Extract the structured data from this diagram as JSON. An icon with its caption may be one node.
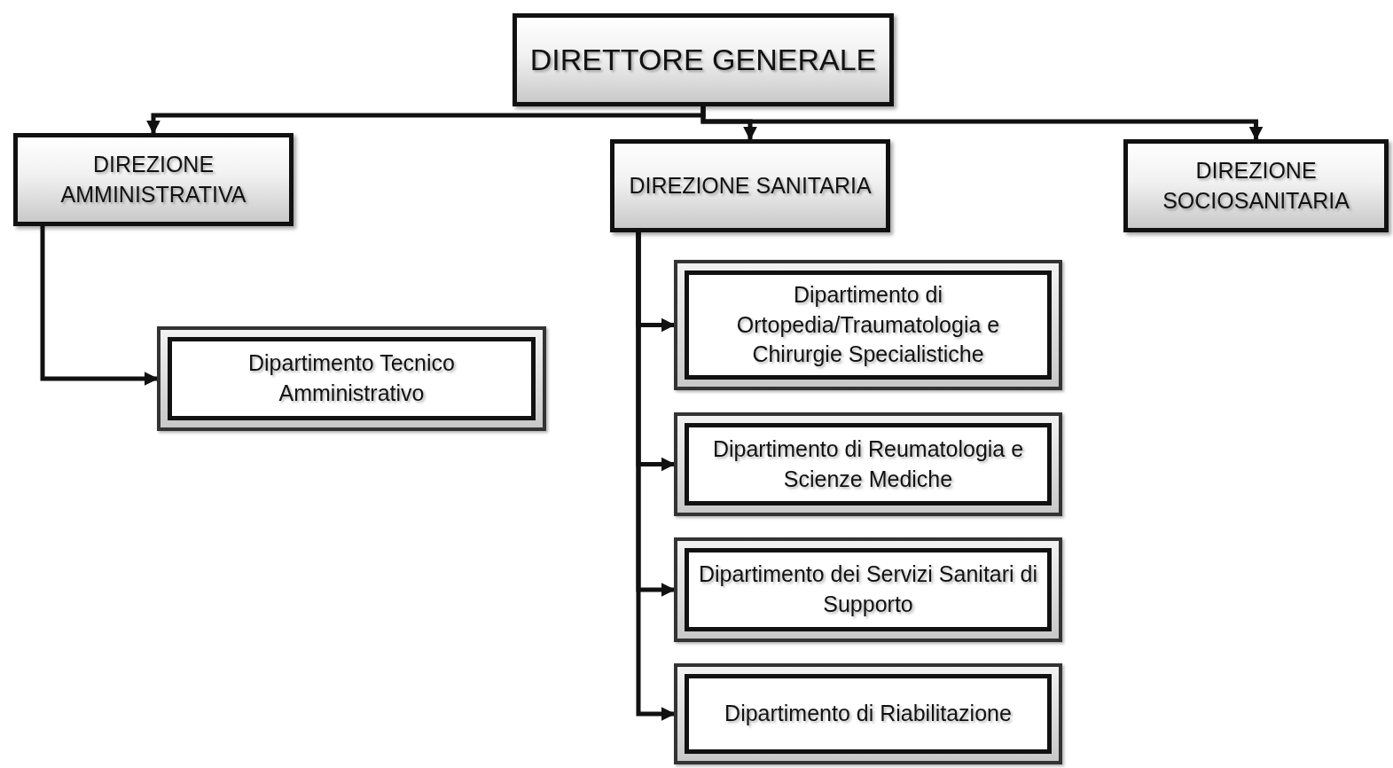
{
  "diagram": {
    "nodes": [
      {
        "text": [
          "DIRETTORE GENERALE"
        ]
      },
      {
        "text": [
          "DIREZIONE AMMINISTRATIVA"
        ]
      },
      {
        "text": [
          "DIREZIONE SANITARIA"
        ]
      },
      {
        "text": [
          "DIREZIONE SOCIOSANITARIA"
        ]
      },
      {
        "text": [
          "Dipartimento Tecnico Amministrativo"
        ]
      },
      {
        "text": [
          "Dipartimento di Ortopedia/Traumatologia e Chirurgie Specialistiche"
        ]
      },
      {
        "text": [
          "Dipartimento di Reumatologia e Scienze Mediche"
        ]
      },
      {
        "text": [
          "Dipartimento dei Servizi Sanitari di Supporto"
        ]
      },
      {
        "text": [
          "Dipartimento di Riabilitazione"
        ]
      }
    ],
    "edges": [
      {
        "from": 0,
        "to": 1,
        "arrow": "to"
      },
      {
        "from": 0,
        "to": 2,
        "arrow": "to"
      },
      {
        "from": 0,
        "to": 3,
        "arrow": "to"
      },
      {
        "from": 1,
        "to": 4,
        "arrow": "to"
      },
      {
        "from": 2,
        "to": 5,
        "arrow": "to"
      },
      {
        "from": 2,
        "to": 6,
        "arrow": "to"
      },
      {
        "from": 2,
        "to": 7,
        "arrow": "to"
      },
      {
        "from": 2,
        "to": 8,
        "arrow": "to"
      }
    ]
  }
}
